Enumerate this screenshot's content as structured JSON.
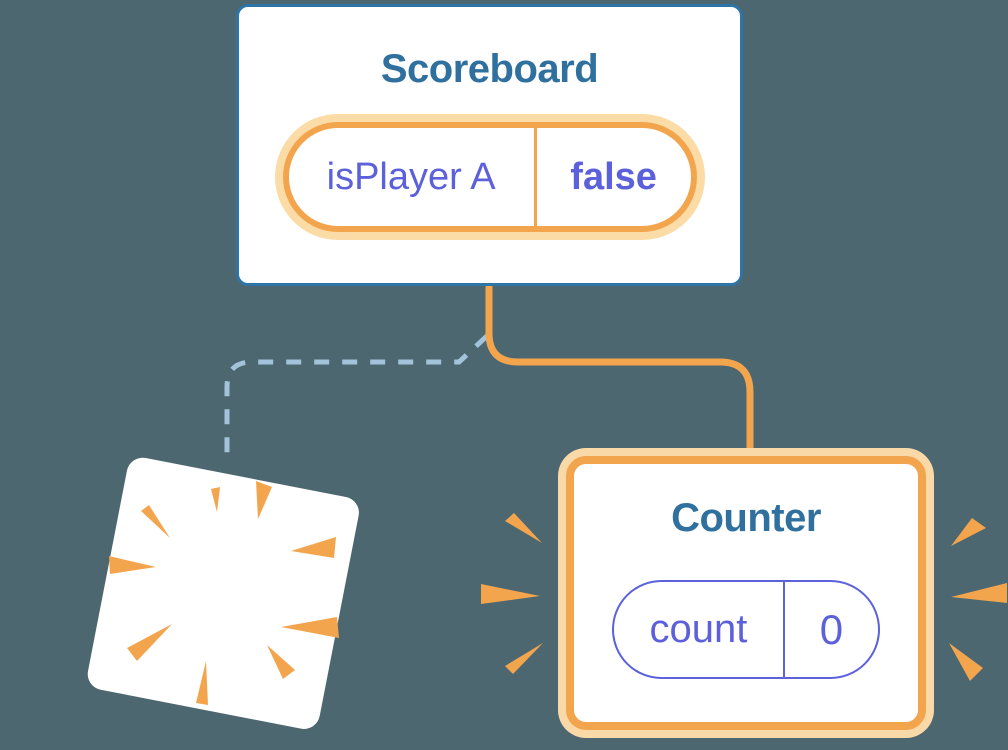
{
  "diagram": {
    "description": "React state preservation diagram: Scoreboard parent re-renders with new prop; old child is destroyed (poof) and a new Counter child is created with fresh state",
    "background_color": "#4C6770",
    "colors": {
      "accent_orange": "#F3A54E",
      "orange_glow": "#FBDBA6",
      "purple_state": "#5C61DB",
      "teal_title": "#30709F",
      "card_border_blue": "#2E74A6",
      "dashed_link_blue": "#A2C3DA",
      "card_background": "#ffffff"
    }
  },
  "scoreboard": {
    "title": "Scoreboard",
    "state": {
      "label": "isPlayer A",
      "value": "false"
    }
  },
  "counter": {
    "title": "Counter",
    "state": {
      "label": "count",
      "value": "0"
    }
  },
  "destroyed_component": {
    "name": "removed component card",
    "effect": "poof burst"
  },
  "connectors": {
    "active_branch": "solid orange elbow from Scoreboard to Counter",
    "removed_branch": "dashed blue elbow from Scoreboard to destroyed card"
  }
}
